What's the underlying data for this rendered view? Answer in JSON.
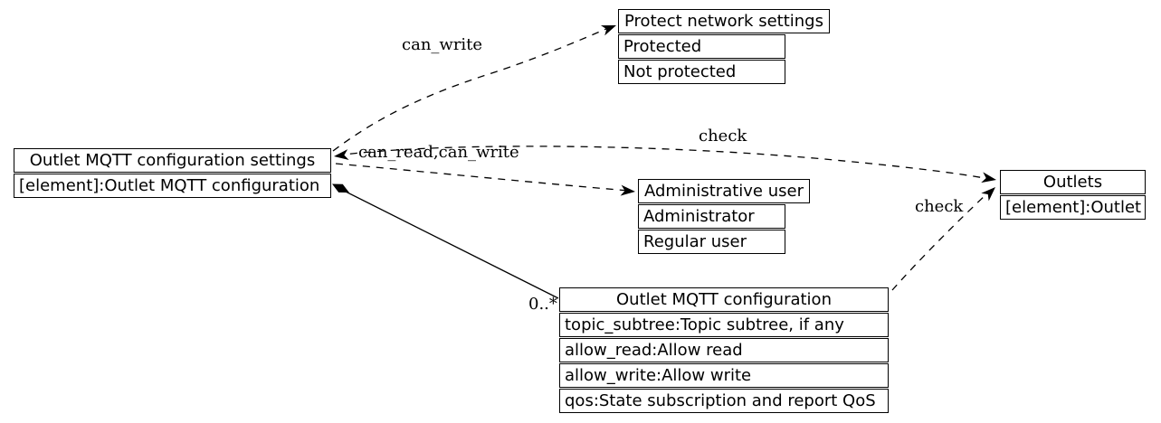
{
  "diagram": {
    "kind": "uml-class-relationship-diagram",
    "colors": {
      "background": "#ffffff",
      "line": "#000000",
      "text": "#000000"
    }
  },
  "nodes": {
    "outlet_mqtt_configuration_settings": {
      "title": "Outlet MQTT configuration settings",
      "rows": [
        "[element]:Outlet MQTT configuration"
      ]
    },
    "protect_network_settings": {
      "title": "Protect network settings",
      "rows": [
        "Protected",
        "Not protected"
      ]
    },
    "administrative_user": {
      "title": "Administrative user",
      "rows": [
        "Administrator",
        "Regular user"
      ]
    },
    "outlets": {
      "title": "Outlets",
      "rows": [
        "[element]:Outlet"
      ]
    },
    "outlet_mqtt_configuration": {
      "title": "Outlet MQTT configuration",
      "rows": [
        "topic_subtree:Topic subtree, if any",
        "allow_read:Allow read",
        "allow_write:Allow write",
        "qos:State subscription and report QoS"
      ]
    }
  },
  "edges": {
    "can_write": {
      "label": "can_write",
      "from": "Outlet MQTT configuration settings",
      "to": "Protect network settings",
      "line_style": "dashed",
      "direction": "forward"
    },
    "can_read_can_write": {
      "label": "can_read,can_write",
      "from": "Outlet MQTT configuration settings",
      "to": "Administrative user",
      "line_style": "dashed",
      "direction": "forward"
    },
    "check_settings_outlets": {
      "label": "check",
      "from": "Outlet MQTT configuration settings",
      "to": "Outlets",
      "line_style": "dashed",
      "direction": "both"
    },
    "check_config_outlets": {
      "label": "check",
      "from": "Outlet MQTT configuration",
      "to": "Outlets",
      "line_style": "dashed",
      "direction": "forward"
    },
    "composition": {
      "label": "0..*",
      "from": "Outlet MQTT configuration settings",
      "to": "Outlet MQTT configuration",
      "line_style": "solid",
      "source_marker": "filled-diamond"
    }
  }
}
